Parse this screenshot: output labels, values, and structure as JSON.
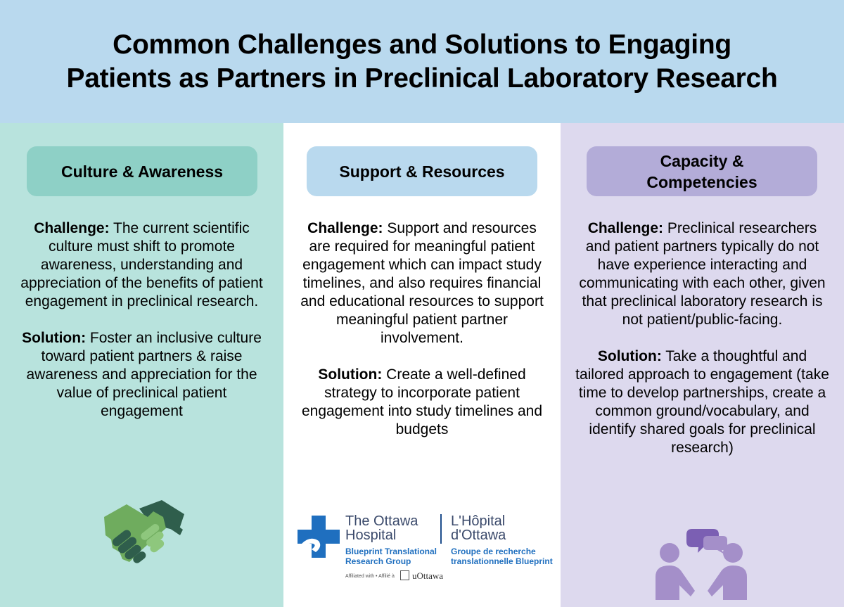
{
  "header": {
    "title_line1": "Common Challenges and Solutions to Engaging",
    "title_line2": "Patients as Partners in Preclinical Laboratory Research"
  },
  "columns": [
    {
      "heading": "Culture & Awareness",
      "challenge_label": "Challenge:",
      "challenge_text": " The current scientific culture must shift to promote awareness, understanding and appreciation of the benefits of patient engagement in preclinical research.",
      "solution_label": "Solution:",
      "solution_text": " Foster an inclusive culture toward patient partners & raise awareness and appreciation for the value of preclinical patient engagement",
      "icon": "handshake-icon"
    },
    {
      "heading": "Support & Resources",
      "challenge_label": "Challenge:",
      "challenge_text": " Support and resources are required for meaningful patient engagement which can impact study timelines, and also requires financial and educational resources to support meaningful patient partner involvement.",
      "solution_label": "Solution:",
      "solution_text": " Create a well-defined strategy to incorporate patient engagement into study timelines and budgets"
    },
    {
      "heading_line1": "Capacity &",
      "heading_line2": "Competencies",
      "challenge_label": "Challenge:",
      "challenge_text": " Preclinical researchers and patient partners typically do not have experience interacting and communicating with each other, given that preclinical laboratory research is not patient/public-facing.",
      "solution_label": "Solution:",
      "solution_text": " Take a thoughtful and tailored approach to engagement (take time to develop partnerships, create a common ground/vocabulary, and identify shared goals for preclinical research)",
      "icon": "people-conversation-icon"
    }
  ],
  "logo": {
    "name_en_1": "The Ottawa",
    "name_en_2": "Hospital",
    "name_fr_1": "L'Hôpital",
    "name_fr_2": "d'Ottawa",
    "group_en_1": "Blueprint Translational",
    "group_en_2": "Research Group",
    "group_fr_1": "Groupe de recherche",
    "group_fr_2": "translationnelle Blueprint",
    "affiliated": "Affiliated with • Affilié à",
    "university": "uOttawa"
  },
  "colors": {
    "header_bg": "#b9d9ee",
    "col1_bg": "#b8e3dd",
    "col3_bg": "#ddd9ee",
    "pill1": "#8ed0c6",
    "pill2": "#b9d9ee",
    "pill3": "#b3acd8",
    "handshake_dark": "#2f5e4c",
    "handshake_light": "#6fac5e",
    "people": "#a48fc9",
    "logo_blue": "#1f6fbf"
  }
}
